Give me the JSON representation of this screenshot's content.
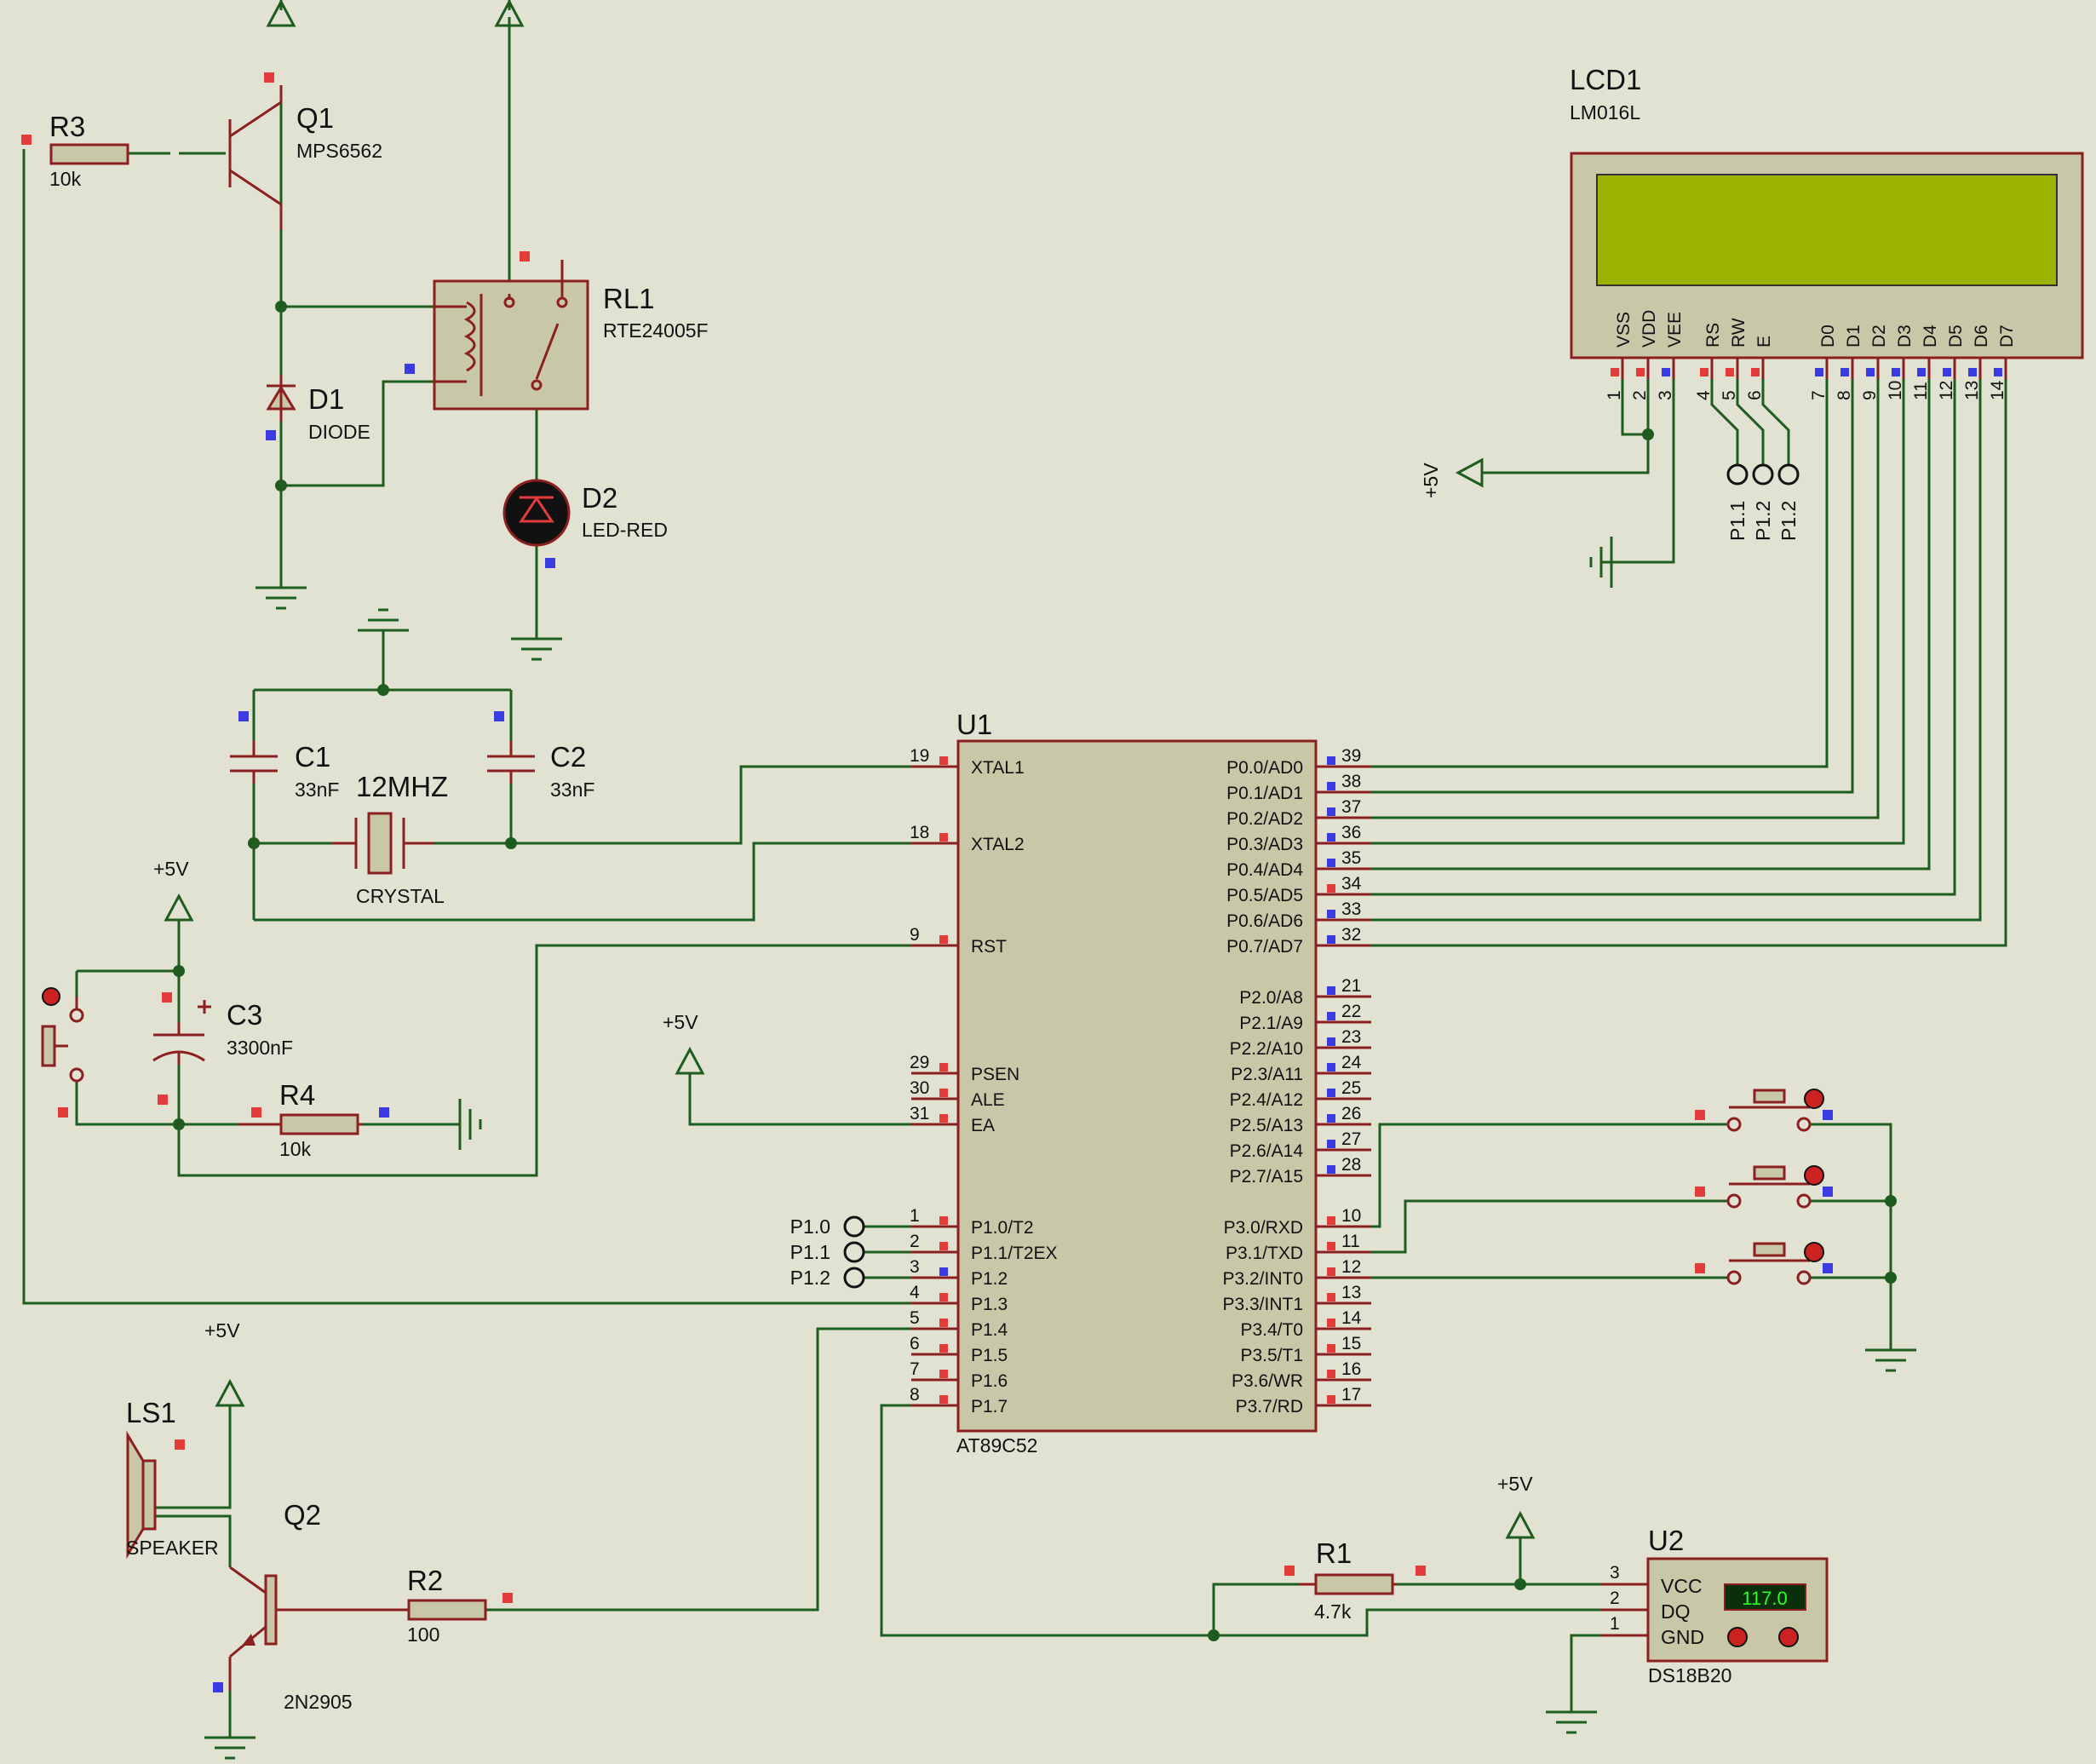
{
  "colors": {
    "background": "#e2e2d3",
    "wire": "#1f5c1f",
    "component": "#8c1f1f",
    "body": "#c8c8a8",
    "lcd_screen": "#99b300",
    "pin_high": "#e43b3b",
    "pin_low": "#3b3be4"
  },
  "components": {
    "r3": {
      "ref": "R3",
      "value": "10k"
    },
    "q1": {
      "ref": "Q1",
      "value": "MPS6562"
    },
    "rl1": {
      "ref": "RL1",
      "value": "RTE24005F"
    },
    "d1": {
      "ref": "D1",
      "value": "DIODE"
    },
    "d2": {
      "ref": "D2",
      "value": "LED-RED"
    },
    "c1": {
      "ref": "C1",
      "value": "33nF"
    },
    "c2": {
      "ref": "C2",
      "value": "33nF"
    },
    "x1": {
      "ref": "12MHZ",
      "value": "CRYSTAL"
    },
    "c3": {
      "ref": "C3",
      "value": "3300nF"
    },
    "r4": {
      "ref": "R4",
      "value": "10k"
    },
    "ls1": {
      "ref": "LS1",
      "value": "SPEAKER"
    },
    "q2": {
      "ref": "Q2",
      "value": "2N2905"
    },
    "r2": {
      "ref": "R2",
      "value": "100"
    },
    "r1": {
      "ref": "R1",
      "value": "4.7k"
    },
    "u2": {
      "ref": "U2",
      "value": "DS18B20",
      "pins": [
        "VCC",
        "DQ",
        "GND"
      ],
      "pin_nums": [
        "3",
        "2",
        "1"
      ],
      "display": "117.0"
    },
    "lcd1": {
      "ref": "LCD1",
      "value": "LM016L"
    },
    "u1": {
      "ref": "U1",
      "value": "AT89C52"
    }
  },
  "power": {
    "vcc": "+5V"
  },
  "terminals": [
    "P1.1",
    "P1.2",
    "P1.2"
  ],
  "p1_terms": [
    "P1.0",
    "P1.1",
    "P1.2"
  ],
  "lcd_pins": [
    {
      "name": "VSS",
      "num": "1"
    },
    {
      "name": "VDD",
      "num": "2"
    },
    {
      "name": "VEE",
      "num": "3"
    },
    {
      "name": "RS",
      "num": "4"
    },
    {
      "name": "RW",
      "num": "5"
    },
    {
      "name": "E",
      "num": "6"
    },
    {
      "name": "D0",
      "num": "7"
    },
    {
      "name": "D1",
      "num": "8"
    },
    {
      "name": "D2",
      "num": "9"
    },
    {
      "name": "D3",
      "num": "10"
    },
    {
      "name": "D4",
      "num": "11"
    },
    {
      "name": "D5",
      "num": "12"
    },
    {
      "name": "D6",
      "num": "13"
    },
    {
      "name": "D7",
      "num": "14"
    }
  ],
  "u1_left": [
    {
      "name": "XTAL1",
      "num": "19"
    },
    {
      "name": "XTAL2",
      "num": "18"
    },
    {
      "name": "RST",
      "num": "9"
    },
    {
      "name": "PSEN",
      "num": "29"
    },
    {
      "name": "ALE",
      "num": "30"
    },
    {
      "name": "EA",
      "num": "31"
    },
    {
      "name": "P1.0/T2",
      "num": "1"
    },
    {
      "name": "P1.1/T2EX",
      "num": "2"
    },
    {
      "name": "P1.2",
      "num": "3"
    },
    {
      "name": "P1.3",
      "num": "4"
    },
    {
      "name": "P1.4",
      "num": "5"
    },
    {
      "name": "P1.5",
      "num": "6"
    },
    {
      "name": "P1.6",
      "num": "7"
    },
    {
      "name": "P1.7",
      "num": "8"
    }
  ],
  "u1_right": [
    {
      "name": "P0.0/AD0",
      "num": "39"
    },
    {
      "name": "P0.1/AD1",
      "num": "38"
    },
    {
      "name": "P0.2/AD2",
      "num": "37"
    },
    {
      "name": "P0.3/AD3",
      "num": "36"
    },
    {
      "name": "P0.4/AD4",
      "num": "35"
    },
    {
      "name": "P0.5/AD5",
      "num": "34"
    },
    {
      "name": "P0.6/AD6",
      "num": "33"
    },
    {
      "name": "P0.7/AD7",
      "num": "32"
    },
    {
      "name": "P2.0/A8",
      "num": "21"
    },
    {
      "name": "P2.1/A9",
      "num": "22"
    },
    {
      "name": "P2.2/A10",
      "num": "23"
    },
    {
      "name": "P2.3/A11",
      "num": "24"
    },
    {
      "name": "P2.4/A12",
      "num": "25"
    },
    {
      "name": "P2.5/A13",
      "num": "26"
    },
    {
      "name": "P2.6/A14",
      "num": "27"
    },
    {
      "name": "P2.7/A15",
      "num": "28"
    },
    {
      "name": "P3.0/RXD",
      "num": "10"
    },
    {
      "name": "P3.1/TXD",
      "num": "11"
    },
    {
      "name": "P3.2/INT0",
      "num": "12"
    },
    {
      "name": "P3.3/INT1",
      "num": "13"
    },
    {
      "name": "P3.4/T0",
      "num": "14"
    },
    {
      "name": "P3.5/T1",
      "num": "15"
    },
    {
      "name": "P3.6/WR",
      "num": "16"
    },
    {
      "name": "P3.7/RD",
      "num": "17"
    }
  ]
}
